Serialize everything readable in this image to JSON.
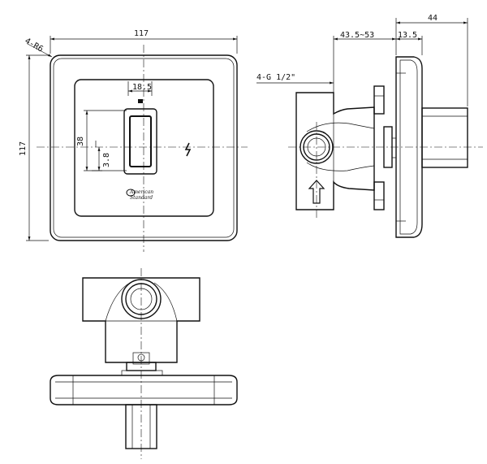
{
  "drawing": {
    "front_view": {
      "corner_radius_label": "4-R6",
      "width_label": "117",
      "height_label": "117",
      "handle_width_label": "18.5",
      "handle_height_label": "38",
      "offset_label": "3.8",
      "logo_line1": "American",
      "logo_line2": "Standard"
    },
    "side_view": {
      "thread_label": "4-G 1/2\"",
      "depth_range_label": "43.5~53",
      "plate_depth_label": "13.5",
      "overall_depth_label": "44"
    }
  }
}
